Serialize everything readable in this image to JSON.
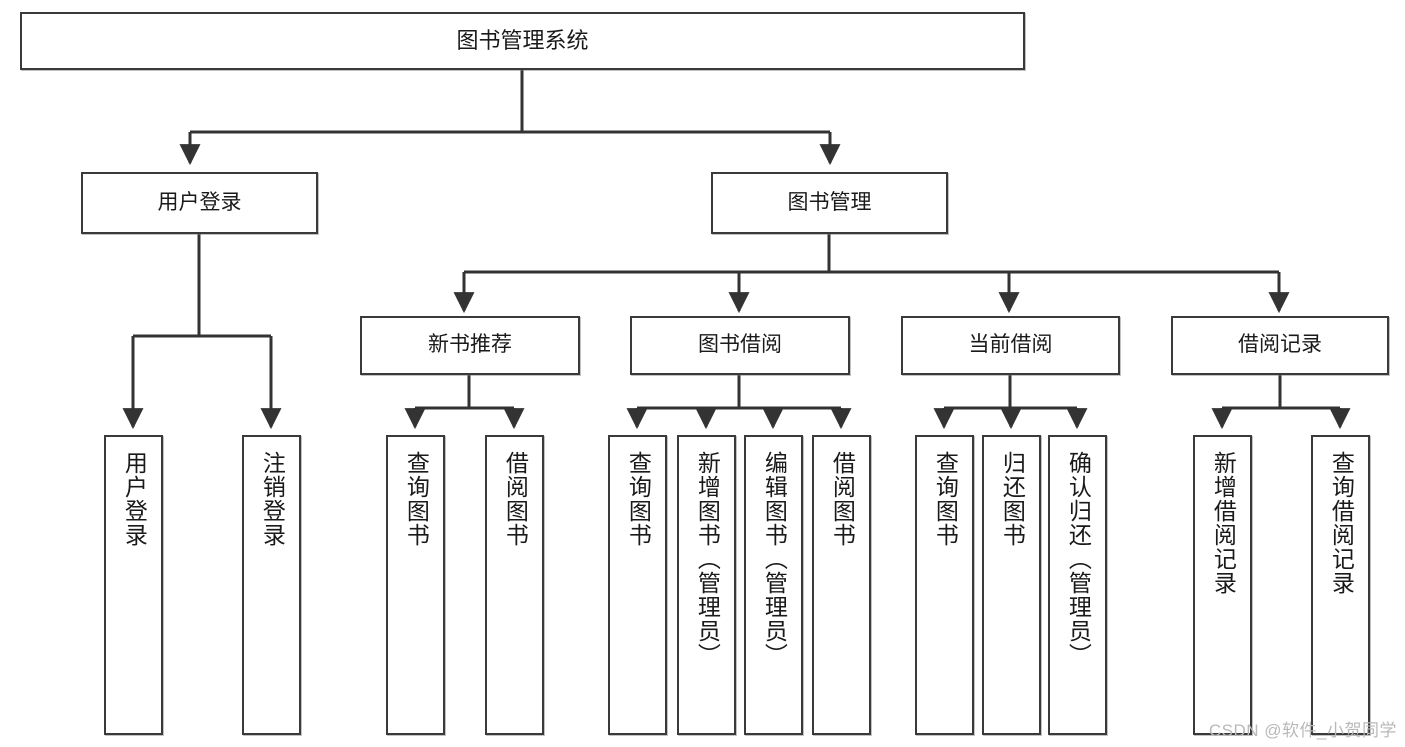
{
  "diagram": {
    "type": "tree",
    "title": "图书管理系统",
    "watermark": "CSDN @软件_小贺同学",
    "levels": {
      "root": {
        "label": "图书管理系统"
      },
      "level2": [
        {
          "id": "user-login",
          "label": "用户登录"
        },
        {
          "id": "book-manage",
          "label": "图书管理"
        }
      ],
      "level3": [
        {
          "id": "new-book-recommend",
          "label": "新书推荐"
        },
        {
          "id": "book-borrow",
          "label": "图书借阅"
        },
        {
          "id": "current-borrow",
          "label": "当前借阅"
        },
        {
          "id": "borrow-record",
          "label": "借阅记录"
        }
      ],
      "leaves": [
        {
          "id": "leaf-user-login",
          "parent": "user-login",
          "label": "用户登录"
        },
        {
          "id": "leaf-user-logout",
          "parent": "user-login",
          "label": "注销登录"
        },
        {
          "id": "leaf-query-book-1",
          "parent": "new-book-recommend",
          "label": "查询图书"
        },
        {
          "id": "leaf-borrow-book-1",
          "parent": "new-book-recommend",
          "label": "借阅图书"
        },
        {
          "id": "leaf-query-book-2",
          "parent": "book-borrow",
          "label": "查询图书"
        },
        {
          "id": "leaf-add-book",
          "parent": "book-borrow",
          "label": "新增图书（管理员）"
        },
        {
          "id": "leaf-edit-book",
          "parent": "book-borrow",
          "label": "编辑图书（管理员）"
        },
        {
          "id": "leaf-borrow-book-2",
          "parent": "book-borrow",
          "label": "借阅图书"
        },
        {
          "id": "leaf-query-book-3",
          "parent": "current-borrow",
          "label": "查询图书"
        },
        {
          "id": "leaf-return-book",
          "parent": "current-borrow",
          "label": "归还图书"
        },
        {
          "id": "leaf-confirm-return",
          "parent": "current-borrow",
          "label": "确认归还（管理员）"
        },
        {
          "id": "leaf-add-record",
          "parent": "borrow-record",
          "label": "新增借阅记录"
        },
        {
          "id": "leaf-query-record",
          "parent": "borrow-record",
          "label": "查询借阅记录"
        }
      ]
    },
    "colors": {
      "box_border": "#3a3a3a",
      "box_fill": "#ffffff",
      "connector": "#333333",
      "text": "#1a1a1a",
      "watermark": "#b9b9b9",
      "page_background": "#ffffff"
    }
  }
}
